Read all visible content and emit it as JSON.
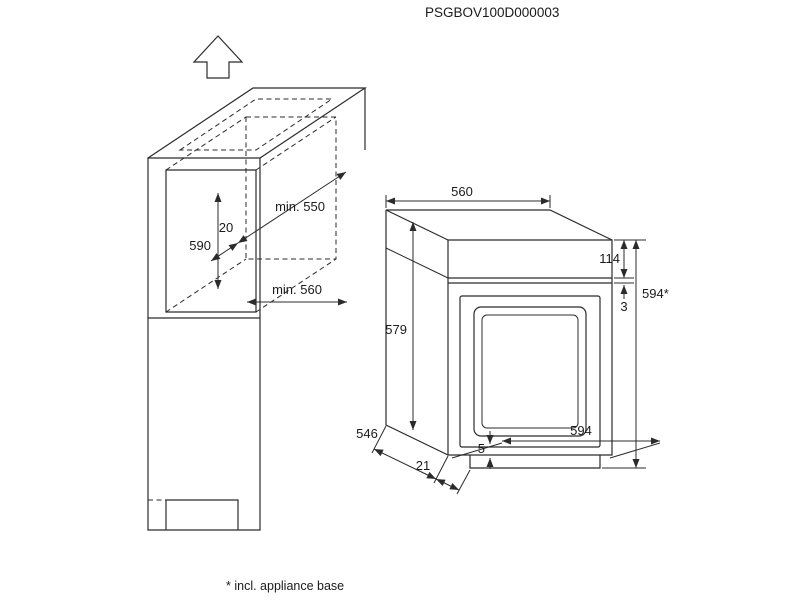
{
  "header": {
    "drawing_code": "PSGBOV100D000003"
  },
  "footnote": "* incl. appliance base",
  "colors": {
    "line": "#2b2b2b",
    "background": "#ffffff",
    "text": "#1a1a1a"
  },
  "cabinet": {
    "niche_height": "590",
    "rear_gap": "20",
    "min_depth": "min. 550",
    "min_width": "min. 560"
  },
  "oven": {
    "width_top": "560",
    "height_body": "579",
    "panel_height": "114",
    "panel_gap": "3",
    "total_height": "594*",
    "depth": "546",
    "base_inset": "21",
    "door_gap": "5",
    "width_front": "594"
  }
}
